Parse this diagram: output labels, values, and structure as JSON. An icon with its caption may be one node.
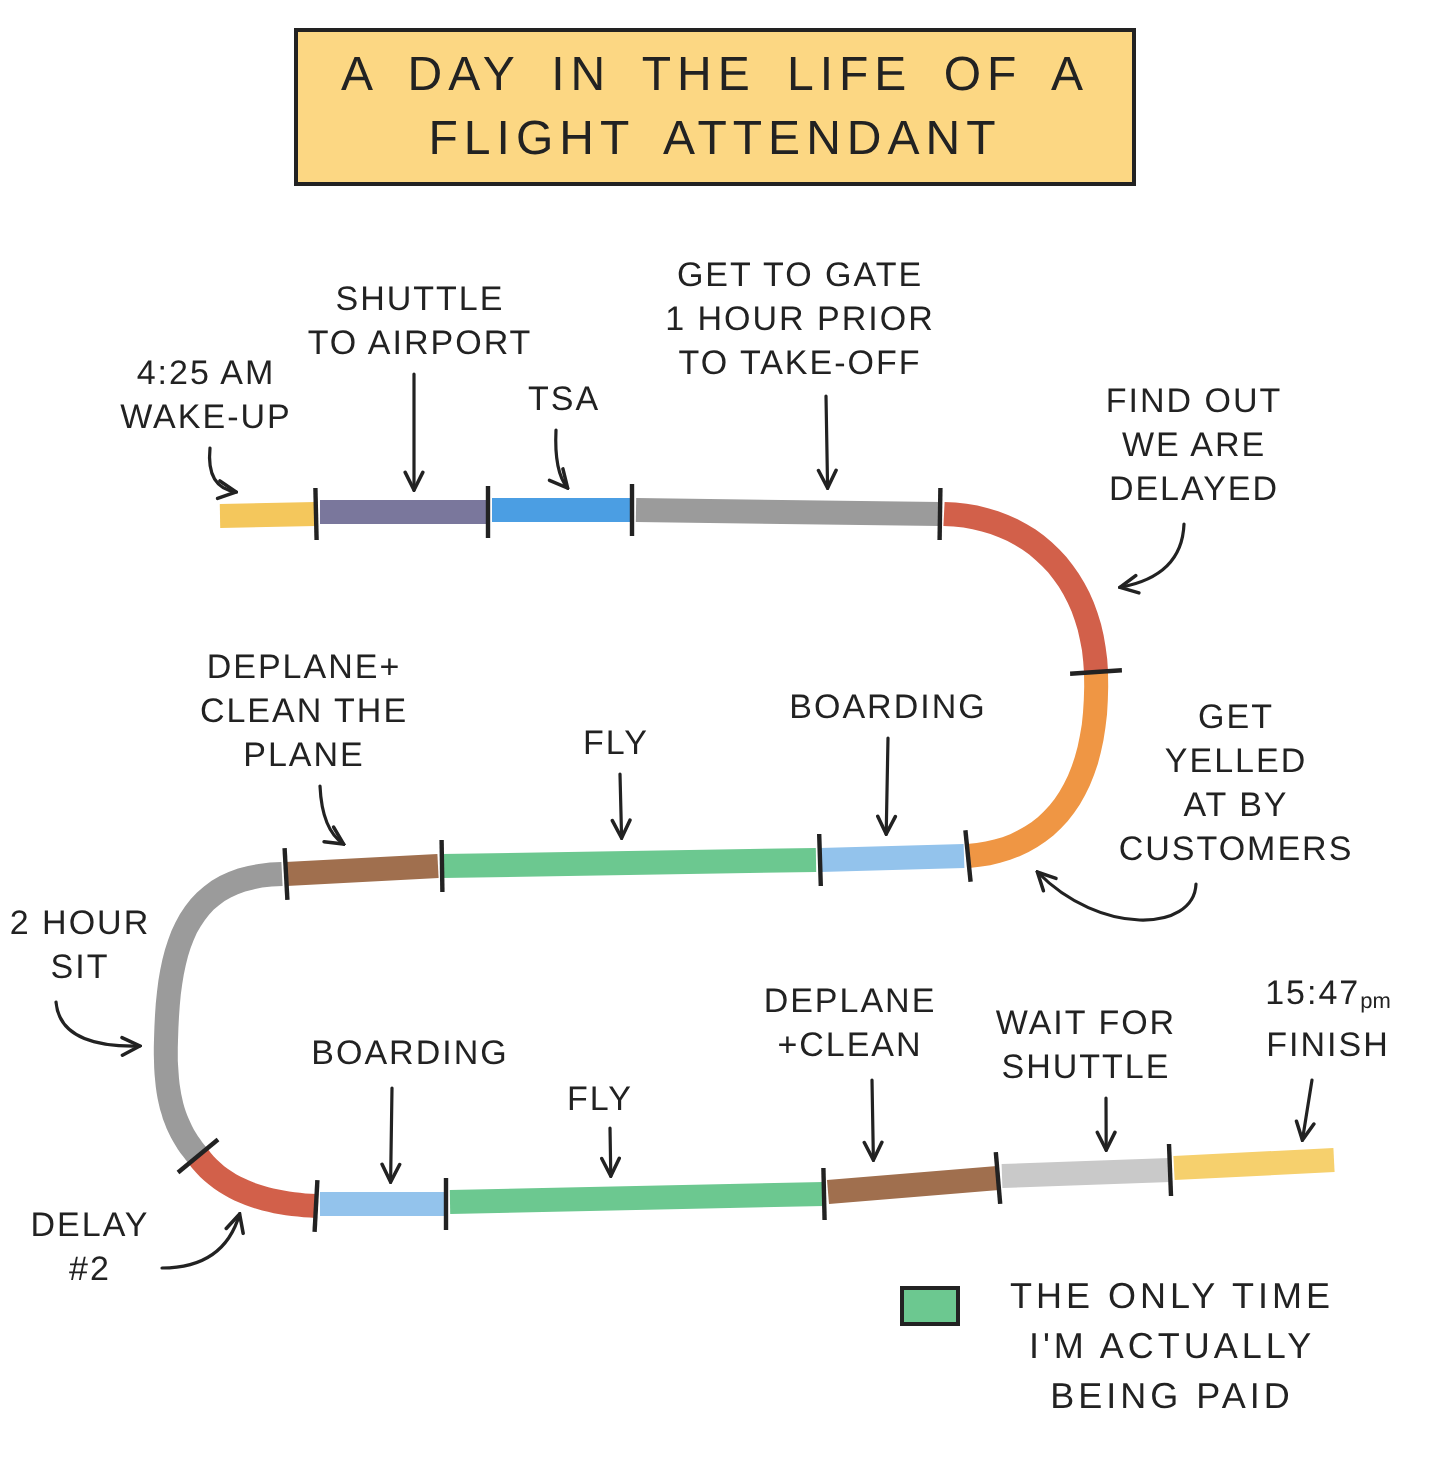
{
  "diagram": {
    "title": "A DAY IN THE LIFE OF A FLIGHT ATTENDANT",
    "nodes": [
      {
        "text": [
          "4:25 AM WAKE-UP"
        ]
      },
      {
        "text": [
          "SHUTTLE TO AIRPORT"
        ]
      },
      {
        "text": [
          "TSA"
        ]
      },
      {
        "text": [
          "GET TO GATE 1 HOUR PRIOR TO TAKE-OFF"
        ]
      },
      {
        "text": [
          "FIND OUT WE ARE DELAYED"
        ]
      },
      {
        "text": [
          "GET YELLED AT BY CUSTOMERS"
        ]
      },
      {
        "text": [
          "BOARDING"
        ]
      },
      {
        "text": [
          "FLY"
        ]
      },
      {
        "text": [
          "DEPLANE+ CLEAN THE PLANE"
        ]
      },
      {
        "text": [
          "2 HOUR SIT"
        ]
      },
      {
        "text": [
          "DELAY #2"
        ]
      },
      {
        "text": [
          "BOARDING"
        ]
      },
      {
        "text": [
          "FLY"
        ]
      },
      {
        "text": [
          "DEPLANE +CLEAN"
        ]
      },
      {
        "text": [
          "WAIT FOR SHUTTLE"
        ]
      },
      {
        "text": [
          "15:47$_{pm}$ FINISH"
        ]
      },
      {
        "text": [],
        "shape": "bar"
      },
      {
        "text": [],
        "shape": "bar"
      },
      {
        "text": [],
        "shape": "bar"
      },
      {
        "text": [],
        "shape": "bar"
      },
      {
        "text": [],
        "shape": "bar"
      },
      {
        "text": [],
        "shape": "bar"
      },
      {
        "text": [],
        "shape": "bar"
      },
      {
        "text": [],
        "shape": "bar"
      },
      {
        "text": [],
        "shape": "bar"
      },
      {
        "text": [],
        "shape": "bar"
      },
      {
        "text": [],
        "shape": "bar"
      },
      {
        "text": [],
        "shape": "bar"
      },
      {
        "text": [],
        "shape": "bar"
      },
      {
        "text": [],
        "shape": "bar"
      },
      {
        "text": [],
        "shape": "bar"
      },
      {
        "text": [],
        "shape": "bar"
      }
    ],
    "edges": [
      {
        "from": 0,
        "to": 16,
        "arrow": "to"
      },
      {
        "from": 1,
        "to": 17,
        "arrow": "to"
      },
      {
        "from": 2,
        "to": 18,
        "arrow": "to"
      },
      {
        "from": 3,
        "to": 19,
        "arrow": "to"
      },
      {
        "from": 4,
        "to": 20,
        "arrow": "to"
      },
      {
        "from": 5,
        "to": 21,
        "arrow": "to"
      },
      {
        "from": 6,
        "to": 22,
        "arrow": "to"
      },
      {
        "from": 7,
        "to": 23,
        "arrow": "to"
      },
      {
        "from": 8,
        "to": 24,
        "arrow": "to"
      },
      {
        "from": 9,
        "to": 25,
        "arrow": "to"
      },
      {
        "from": 10,
        "to": 26,
        "arrow": "to"
      },
      {
        "from": 11,
        "to": 27,
        "arrow": "to"
      },
      {
        "from": 12,
        "to": 28,
        "arrow": "to"
      },
      {
        "from": 13,
        "to": 29,
        "arrow": "to"
      },
      {
        "from": 14,
        "to": 30,
        "arrow": "to"
      },
      {
        "from": 15,
        "to": 31,
        "arrow": "to"
      }
    ],
    "legend": [
      {
        "text": "THE ONLY TIME I'M ACTUALLY BEING PAID",
        "color": "#6cc890"
      }
    ]
  }
}
